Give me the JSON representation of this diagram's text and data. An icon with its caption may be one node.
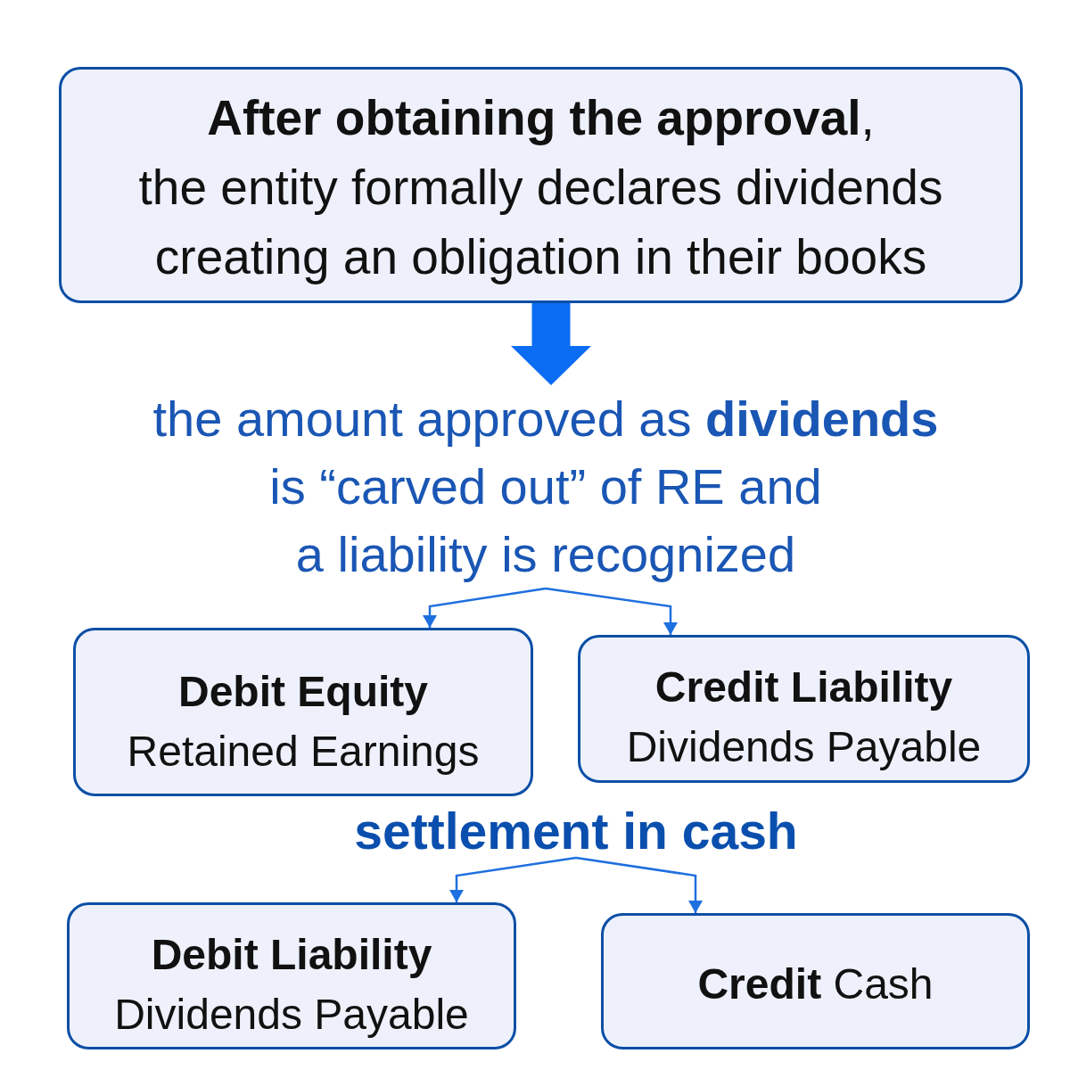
{
  "diagram": {
    "nodes": [
      {
        "text": [
          "**After obtaining the approval**, the entity formally declares dividends creating an obligation in their books"
        ]
      },
      {
        "text": [
          "the amount approved as **dividends** is “carved out” of RE and a liability is recognized"
        ]
      },
      {
        "text": [
          "Debit Equity",
          "Retained Earnings"
        ]
      },
      {
        "text": [
          "Credit Liability",
          "Dividends Payable"
        ]
      },
      {
        "text": [
          "settlement in cash"
        ]
      },
      {
        "text": [
          "Debit Liability",
          "Dividends Payable"
        ]
      },
      {
        "text": [
          "**Credit** Cash"
        ]
      }
    ],
    "edges": [
      {
        "from": 0,
        "to": 1,
        "arrow": "to",
        "style": "thick"
      },
      {
        "from": 1,
        "to": 2,
        "arrow": "to"
      },
      {
        "from": 1,
        "to": 3,
        "arrow": "to"
      },
      {
        "from": 4,
        "to": 5,
        "arrow": "to"
      },
      {
        "from": 4,
        "to": 6,
        "arrow": "to"
      }
    ]
  }
}
